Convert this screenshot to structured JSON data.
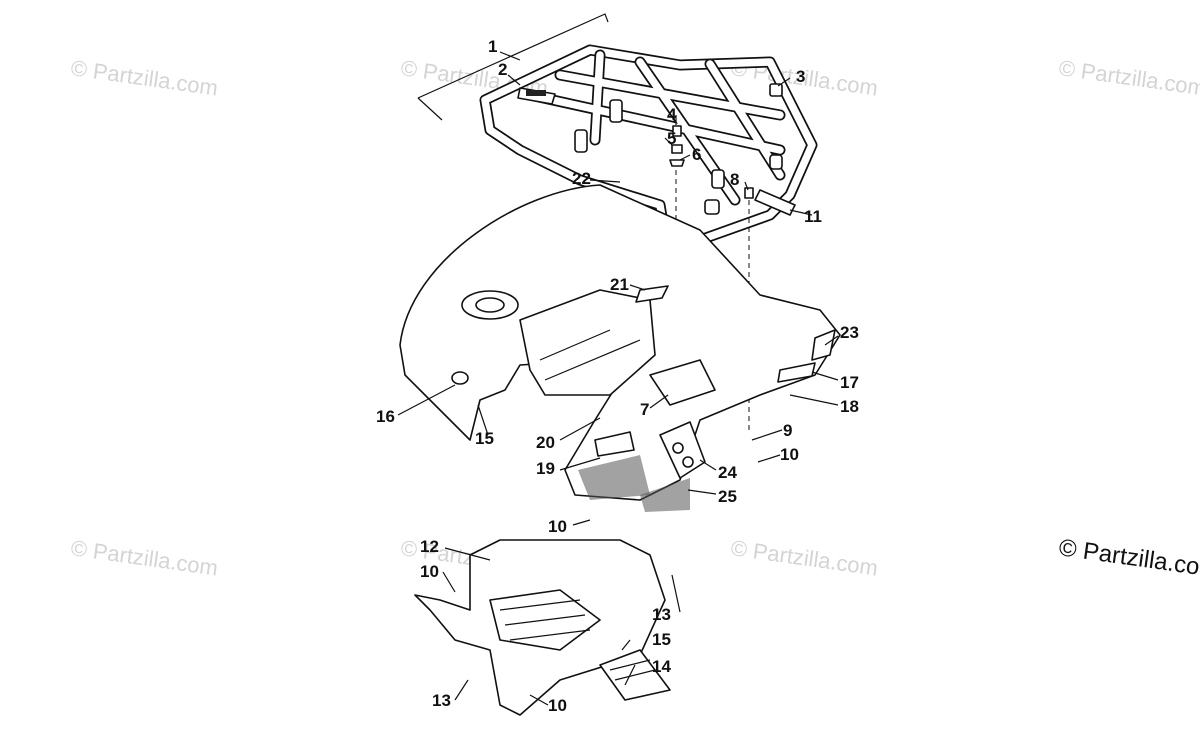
{
  "watermarks": [
    {
      "text": "© Partzilla.com",
      "style": "faint"
    },
    {
      "text": "© Partzilla.com",
      "style": "faint"
    },
    {
      "text": "© Partzilla.com",
      "style": "faint"
    },
    {
      "text": "© Partzilla.com",
      "style": "faint"
    },
    {
      "text": "© Partzilla.com",
      "style": "faint"
    },
    {
      "text": "© Partzilla.com",
      "style": "faint"
    },
    {
      "text": "© Partzilla.com",
      "style": "faint"
    },
    {
      "text": "© Partzilla.com",
      "style": "strong"
    }
  ],
  "callouts": [
    "1",
    "2",
    "3",
    "4",
    "5",
    "6",
    "22",
    "8",
    "11",
    "21",
    "23",
    "17",
    "7",
    "18",
    "16",
    "15",
    "20",
    "9",
    "10",
    "19",
    "24",
    "25",
    "10",
    "12",
    "10",
    "13",
    "15",
    "14",
    "13",
    "10"
  ],
  "colors": {
    "ink": "#111111",
    "watermark": "#d4d4d4",
    "background": "#ffffff"
  }
}
